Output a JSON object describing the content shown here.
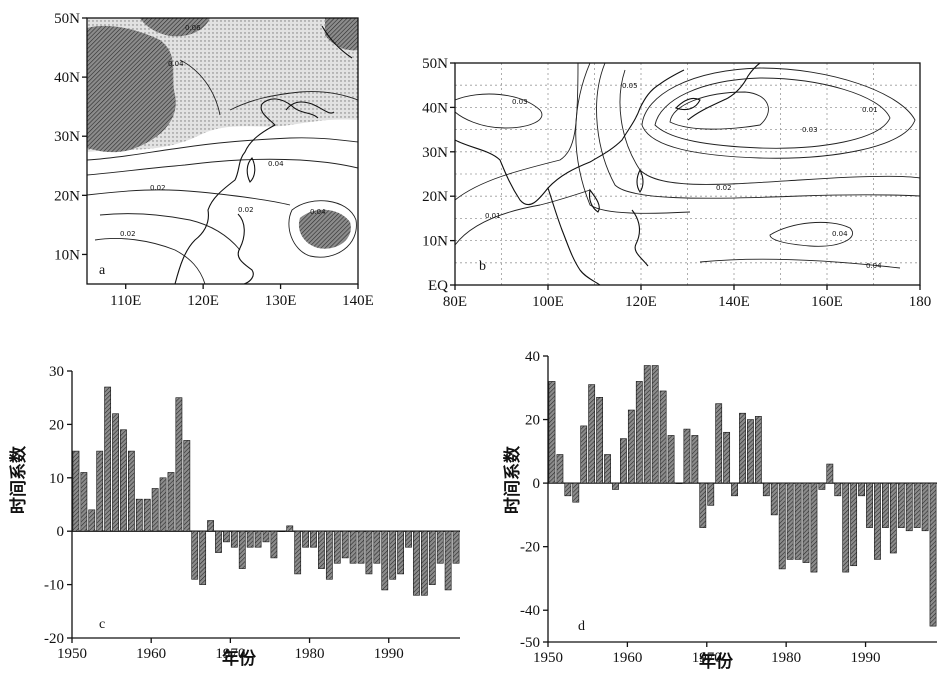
{
  "chart_data": [
    {
      "panel": "a",
      "type": "heatmap",
      "panel_label": "a",
      "x_tick_labels": [
        "110E",
        "120E",
        "130E",
        "140E"
      ],
      "y_tick_labels": [
        "10N",
        "20N",
        "30N",
        "40N",
        "50N"
      ],
      "xlim": [
        105,
        140
      ],
      "ylim": [
        5,
        50
      ],
      "contour_labels": [
        "0.06",
        "0.04",
        "0.02",
        "0.02",
        "0.04",
        "0.04",
        "0.02"
      ]
    },
    {
      "panel": "b",
      "type": "heatmap",
      "panel_label": "b",
      "x_tick_labels": [
        "80E",
        "100E",
        "120E",
        "140E",
        "160E",
        "180"
      ],
      "y_tick_labels": [
        "EQ",
        "10N",
        "20N",
        "30N",
        "40N",
        "50N"
      ],
      "xlim": [
        80,
        180
      ],
      "ylim": [
        0,
        50
      ],
      "grid": true,
      "contour_labels": [
        "0.01",
        "0.03",
        "0.01",
        "0.05",
        "0.03",
        "0.02",
        "0.04",
        "0.04"
      ]
    },
    {
      "panel": "c",
      "type": "bar",
      "panel_label": "c",
      "xlabel": "年份",
      "ylabel": "时间系数",
      "xlim": [
        1950,
        1999
      ],
      "ylim": [
        -20,
        30
      ],
      "x_tick_labels": [
        "1950",
        "1960",
        "1970",
        "1980",
        "1990"
      ],
      "y_tick_labels": [
        "-20",
        "-10",
        "0",
        "10",
        "20",
        "30"
      ],
      "x": [
        1950,
        1951,
        1952,
        1953,
        1954,
        1955,
        1956,
        1957,
        1958,
        1959,
        1960,
        1961,
        1962,
        1963,
        1964,
        1965,
        1966,
        1967,
        1968,
        1969,
        1970,
        1971,
        1972,
        1973,
        1974,
        1975,
        1976,
        1977,
        1978,
        1979,
        1980,
        1981,
        1982,
        1983,
        1984,
        1985,
        1986,
        1987,
        1988,
        1989,
        1990,
        1991,
        1992,
        1993,
        1994,
        1995,
        1996,
        1997,
        1998
      ],
      "values": [
        15,
        11,
        4,
        15,
        27,
        22,
        19,
        15,
        6,
        6,
        8,
        10,
        11,
        25,
        17,
        -9,
        -10,
        2,
        -4,
        -2,
        -3,
        -7,
        -3,
        -3,
        -2,
        -5,
        0,
        1,
        -8,
        -3,
        -3,
        -7,
        -9,
        -6,
        -5,
        -6,
        -6,
        -8,
        -6,
        -11,
        -9,
        -8,
        -3,
        -12,
        -12,
        -10,
        -6,
        -11,
        -6
      ]
    },
    {
      "panel": "d",
      "type": "bar",
      "panel_label": "d",
      "xlabel": "年份",
      "ylabel": "时间系数",
      "xlim": [
        1950,
        1999
      ],
      "ylim": [
        -50,
        40
      ],
      "x_tick_labels": [
        "1950",
        "1960",
        "1970",
        "1980",
        "1990"
      ],
      "y_tick_labels": [
        "-50",
        "-40",
        "-20",
        "0",
        "20",
        "40"
      ],
      "x": [
        1950,
        1951,
        1952,
        1953,
        1954,
        1955,
        1956,
        1957,
        1958,
        1959,
        1960,
        1961,
        1962,
        1963,
        1964,
        1965,
        1966,
        1967,
        1968,
        1969,
        1970,
        1971,
        1972,
        1973,
        1974,
        1975,
        1976,
        1977,
        1978,
        1979,
        1980,
        1981,
        1982,
        1983,
        1984,
        1985,
        1986,
        1987,
        1988,
        1989,
        1990,
        1991,
        1992,
        1993,
        1994,
        1995,
        1996,
        1997,
        1998
      ],
      "values": [
        32,
        9,
        -4,
        -6,
        18,
        31,
        27,
        9,
        -2,
        14,
        23,
        32,
        37,
        37,
        29,
        15,
        0,
        17,
        15,
        -14,
        -7,
        25,
        16,
        -4,
        22,
        20,
        21,
        -4,
        -10,
        -27,
        -24,
        -24,
        -25,
        -28,
        -2,
        6,
        -4,
        -28,
        -26,
        -4,
        -14,
        -24,
        -14,
        -22,
        -14,
        -15,
        -14,
        -15,
        -45
      ]
    }
  ]
}
